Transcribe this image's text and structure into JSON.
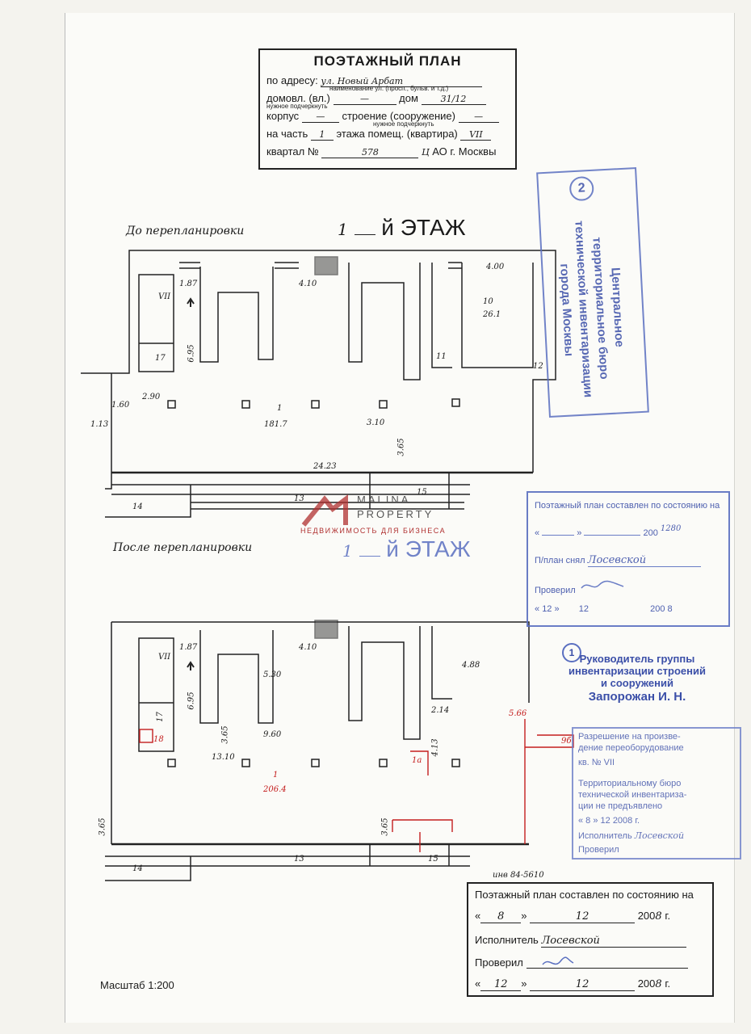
{
  "header": {
    "title": "ПОЭТАЖНЫЙ ПЛАН",
    "address_label": "по адресу:",
    "address_value": "ул. Новый Арбат",
    "address_hint": "наименование ул. (просп., бульв. и т.д.)",
    "domovl_label": "домовл. (вл.)",
    "domovl_value": "—",
    "domovl_hint": "нужное подчеркнуть",
    "dom_label": "дом",
    "dom_value": "31/12",
    "korpus_label": "корпус",
    "korpus_value": "—",
    "stroenie_label": "строение (сооружение)",
    "stroenie_value": "—",
    "stroenie_hint": "нужное подчеркнуть",
    "part_label": "на часть",
    "part_value": "1",
    "floor_label": "этажа помещ. (квартира)",
    "floor_value": "VII",
    "kvartal_label": "квартал №",
    "kvartal_value": "578",
    "ao_value": "Ц",
    "ao_label": "АО г. Москвы"
  },
  "before": {
    "section_label": "До перепланировки",
    "floor_num": "1",
    "floor_suffix": "й ЭТАЖ",
    "labels": [
      "1.87",
      "4.10",
      "4.00",
      "10",
      "26.1",
      "VII",
      "17",
      "6.95",
      "11",
      "2.90",
      "1.60",
      "1.13",
      "1",
      "181.7",
      "3.10",
      "3.65",
      "24.23",
      "14",
      "13",
      "15",
      "12"
    ]
  },
  "after": {
    "section_label": "После перепланировки",
    "floor_num": "1",
    "floor_suffix": "й ЭТАЖ",
    "labels": [
      "1.87",
      "4.10",
      "4.88",
      "5.30",
      "VII",
      "17",
      "6.95",
      "2.14",
      "5.66",
      "9б",
      "3.65",
      "9.60",
      "4.13",
      "13.10",
      "18",
      "1",
      "206.4",
      "1а",
      "3.65",
      "3.65",
      "14",
      "13",
      "15",
      "инв 84-5610"
    ]
  },
  "stamp_bureau": {
    "number": "2",
    "lines": [
      "Центральное",
      "территориальное бюро",
      "технической инвентаризации",
      "города Москвы"
    ]
  },
  "stamp_state": {
    "line1": "Поэтажный план составлен по состоянию на",
    "date_open": "«",
    "date_close": "»",
    "year_prefix": "200",
    "year_hand": "1280",
    "removed_label": "П/план снял",
    "removed_by": "Лосевской",
    "checked_label": "Проверил",
    "checked_sign": "подпись",
    "day": "12",
    "month": "12",
    "year": "200 8"
  },
  "stamp_head": {
    "number": "1",
    "lines": [
      "Руководитель группы",
      "инвентаризации строений",
      "и сооружений",
      "Запорожан И. Н."
    ]
  },
  "stamp_perm": {
    "line1": "Разрешение на произве-",
    "line2": "дение переоборудование",
    "line3": "кв. № VII",
    "line4": "Территориальному бюро",
    "line5": "технической инвентариза-",
    "line6": "ции не предъявлено",
    "date": "« 8 » 12 2008 г.",
    "executor_label": "Исполнитель",
    "executor": "Лосевской",
    "checked_label": "Проверил"
  },
  "bottom": {
    "line1": "Поэтажный план составлен по состоянию на",
    "day1": "8",
    "month1": "12",
    "year1_prefix": "200",
    "year1_suffix": "8",
    "g1": "г.",
    "executor_label": "Исполнитель",
    "executor": "Лосевской",
    "checked_label": "Проверил",
    "day2": "12",
    "month2": "12",
    "year2_prefix": "200",
    "year2_suffix": "8",
    "g2": "г."
  },
  "scale": "Масштаб 1:200",
  "watermark": {
    "brand_line1": "MALINA",
    "brand_line2": "PROPERTY",
    "tagline": "НЕДВИЖИМОСТЬ ДЛЯ БИЗНЕСА"
  },
  "colors": {
    "ink": "#1a1a1a",
    "stamp_blue": "#3b4fa8",
    "red_ink": "#c41e1e",
    "brand_red": "#b03030"
  }
}
